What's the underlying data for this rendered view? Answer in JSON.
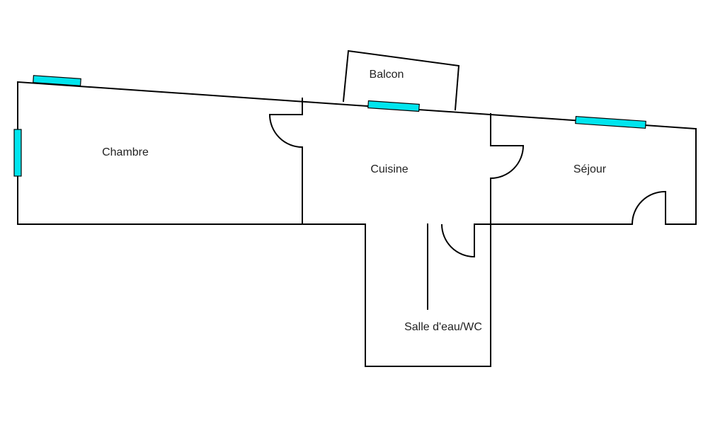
{
  "plan": {
    "rooms": [
      {
        "id": "balcon",
        "label": "Balcon"
      },
      {
        "id": "chambre",
        "label": "Chambre"
      },
      {
        "id": "cuisine",
        "label": "Cuisine"
      },
      {
        "id": "sejour",
        "label": "Séjour"
      },
      {
        "id": "salle",
        "label": "Salle d'eau/WC"
      }
    ],
    "window_color": "#00e5ee",
    "wall_color": "#000000",
    "background_color": "#ffffff"
  }
}
